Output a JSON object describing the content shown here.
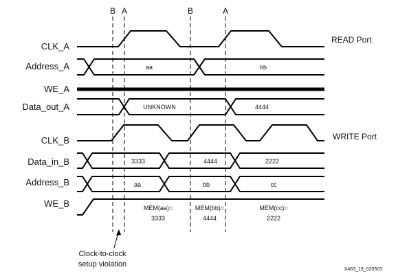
{
  "markers": [
    "B",
    "A",
    "B",
    "A"
  ],
  "ports": {
    "read": "READ Port",
    "write": "WRITE Port"
  },
  "signals": {
    "clk_a": "CLK_A",
    "address_a": "Address_A",
    "we_a": "WE_A",
    "data_out_a": "Data_out_A",
    "clk_b": "CLK_B",
    "data_in_b": "Data_in_B",
    "address_b": "Address_B",
    "we_b": "WE_B"
  },
  "values": {
    "address_a": [
      "aa",
      "bb"
    ],
    "data_out_a": [
      "UNKNOWN",
      "4444"
    ],
    "data_in_b": [
      "3333",
      "4444",
      "2222"
    ],
    "address_b": [
      "aa",
      "bb",
      "cc"
    ]
  },
  "mem": [
    {
      "line1": "MEM(aa)=",
      "line2": "3333"
    },
    {
      "line1": "MEM(bb)=",
      "line2": "4444"
    },
    {
      "line1": "MEM(cc)=",
      "line2": "2222"
    }
  ],
  "note": {
    "line1": "Clock-to-clock",
    "line2": "setup violation"
  },
  "figure_id": "X463_19_020503"
}
